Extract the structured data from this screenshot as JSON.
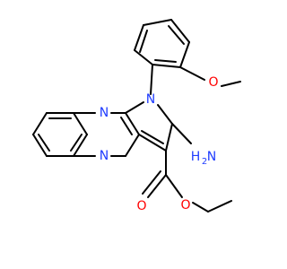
{
  "labels": {
    "n_top": "N",
    "n_bottom": "N",
    "n_pyrrole": "N",
    "o_methoxy": "O",
    "nh2_h2": "H",
    "nh2_sub": "2",
    "nh2_n": "N",
    "o_carbonyl": "O",
    "o_ester": "O"
  },
  "colors": {
    "nitrogen": "#1f3cff",
    "oxygen": "#ff0000",
    "bond": "#000000",
    "background": "#ffffff"
  }
}
